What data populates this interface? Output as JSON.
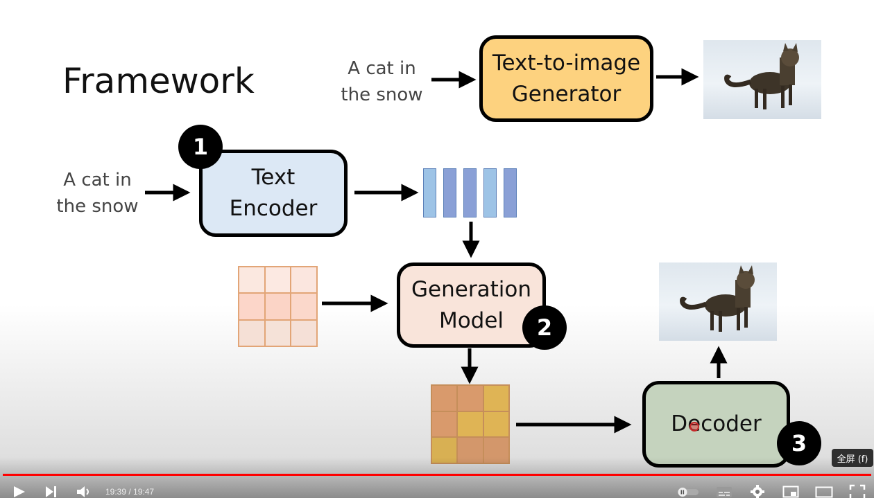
{
  "slide": {
    "title": "Framework",
    "top_prompt": "A cat in\nthe snow",
    "left_prompt": "A cat in\nthe snow",
    "t2i_box": "Text-to-image\nGenerator",
    "encoder_box": "Text\nEncoder",
    "generation_box": "Generation\nModel",
    "decoder_box": "Decoder",
    "badge_1": "1",
    "badge_2": "2",
    "badge_3": "3",
    "colors": {
      "t2i_fill": "#fdd27f",
      "encoder_fill": "#dce8f5",
      "generation_fill": "#f9e4da",
      "decoder_fill": "#c5d3be"
    }
  },
  "player": {
    "time": "19:39 / 19:47",
    "tooltip": "全屏 (f)",
    "progress": 0.993,
    "controls": [
      "play-icon",
      "next-icon",
      "volume-icon",
      "autoplay-toggle-icon",
      "subtitles-icon",
      "settings-icon",
      "miniplayer-icon",
      "theater-mode-icon",
      "fullscreen-icon"
    ]
  }
}
